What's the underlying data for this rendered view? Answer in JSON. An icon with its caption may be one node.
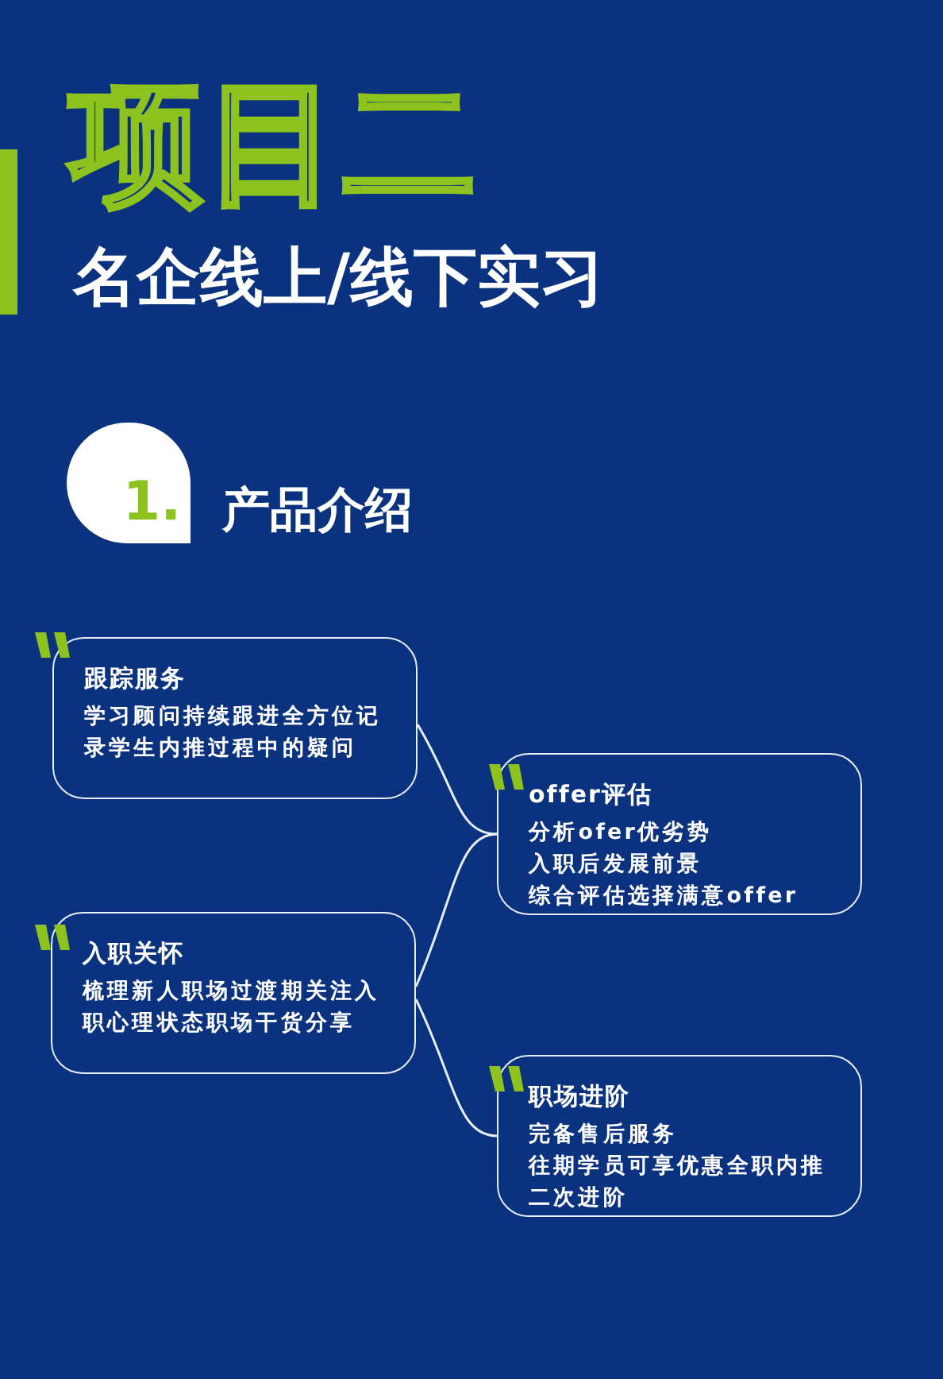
{
  "diagram": {
    "title": "项目二",
    "nodes": [
      {
        "text": [
          "跟踪服务",
          "学习顾问持续跟进全方位记录学生内推过程中的疑问"
        ]
      },
      {
        "text": [
          "offer评估",
          "分析ofer优劣势",
          "入职后发展前景",
          "综合评估选择满意offer"
        ]
      },
      {
        "text": [
          "入职关怀",
          "梳理新人职场过渡期关注入职心理状态职场干货分享"
        ]
      },
      {
        "text": [
          "职场进阶",
          "完备售后服务",
          "往期学员可享优惠全职内推二次进阶"
        ]
      },
      {
        "text": [
          "1."
        ],
        "beside": [
          "产品介绍"
        ]
      }
    ],
    "edges": [
      {
        "from": 0,
        "to": 1,
        "arrow": "none"
      },
      {
        "from": 2,
        "to": 1,
        "arrow": "none"
      },
      {
        "from": 2,
        "to": 3,
        "arrow": "none"
      }
    ],
    "labels": [
      "名企线上/线下实习"
    ]
  }
}
